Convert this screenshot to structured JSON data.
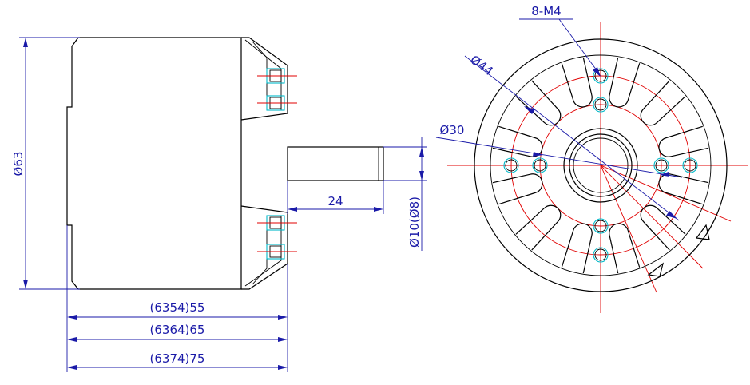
{
  "side_view": {
    "diameter_label": "Ø63",
    "shaft_length_label": "24",
    "shaft_diameter_label": "Ø10(Ø8)",
    "length_labels": [
      "(6354)55",
      "(6364)65",
      "(6374)75"
    ]
  },
  "front_view": {
    "mount_holes_label": "8-M4",
    "bolt_circle_outer_label": "Ø44",
    "bolt_circle_inner_label": "Ø30"
  },
  "colors": {
    "dimension": "#1a1aa8",
    "centerline": "#e00000",
    "thread": "#00b8c8",
    "outline": "#000000"
  }
}
